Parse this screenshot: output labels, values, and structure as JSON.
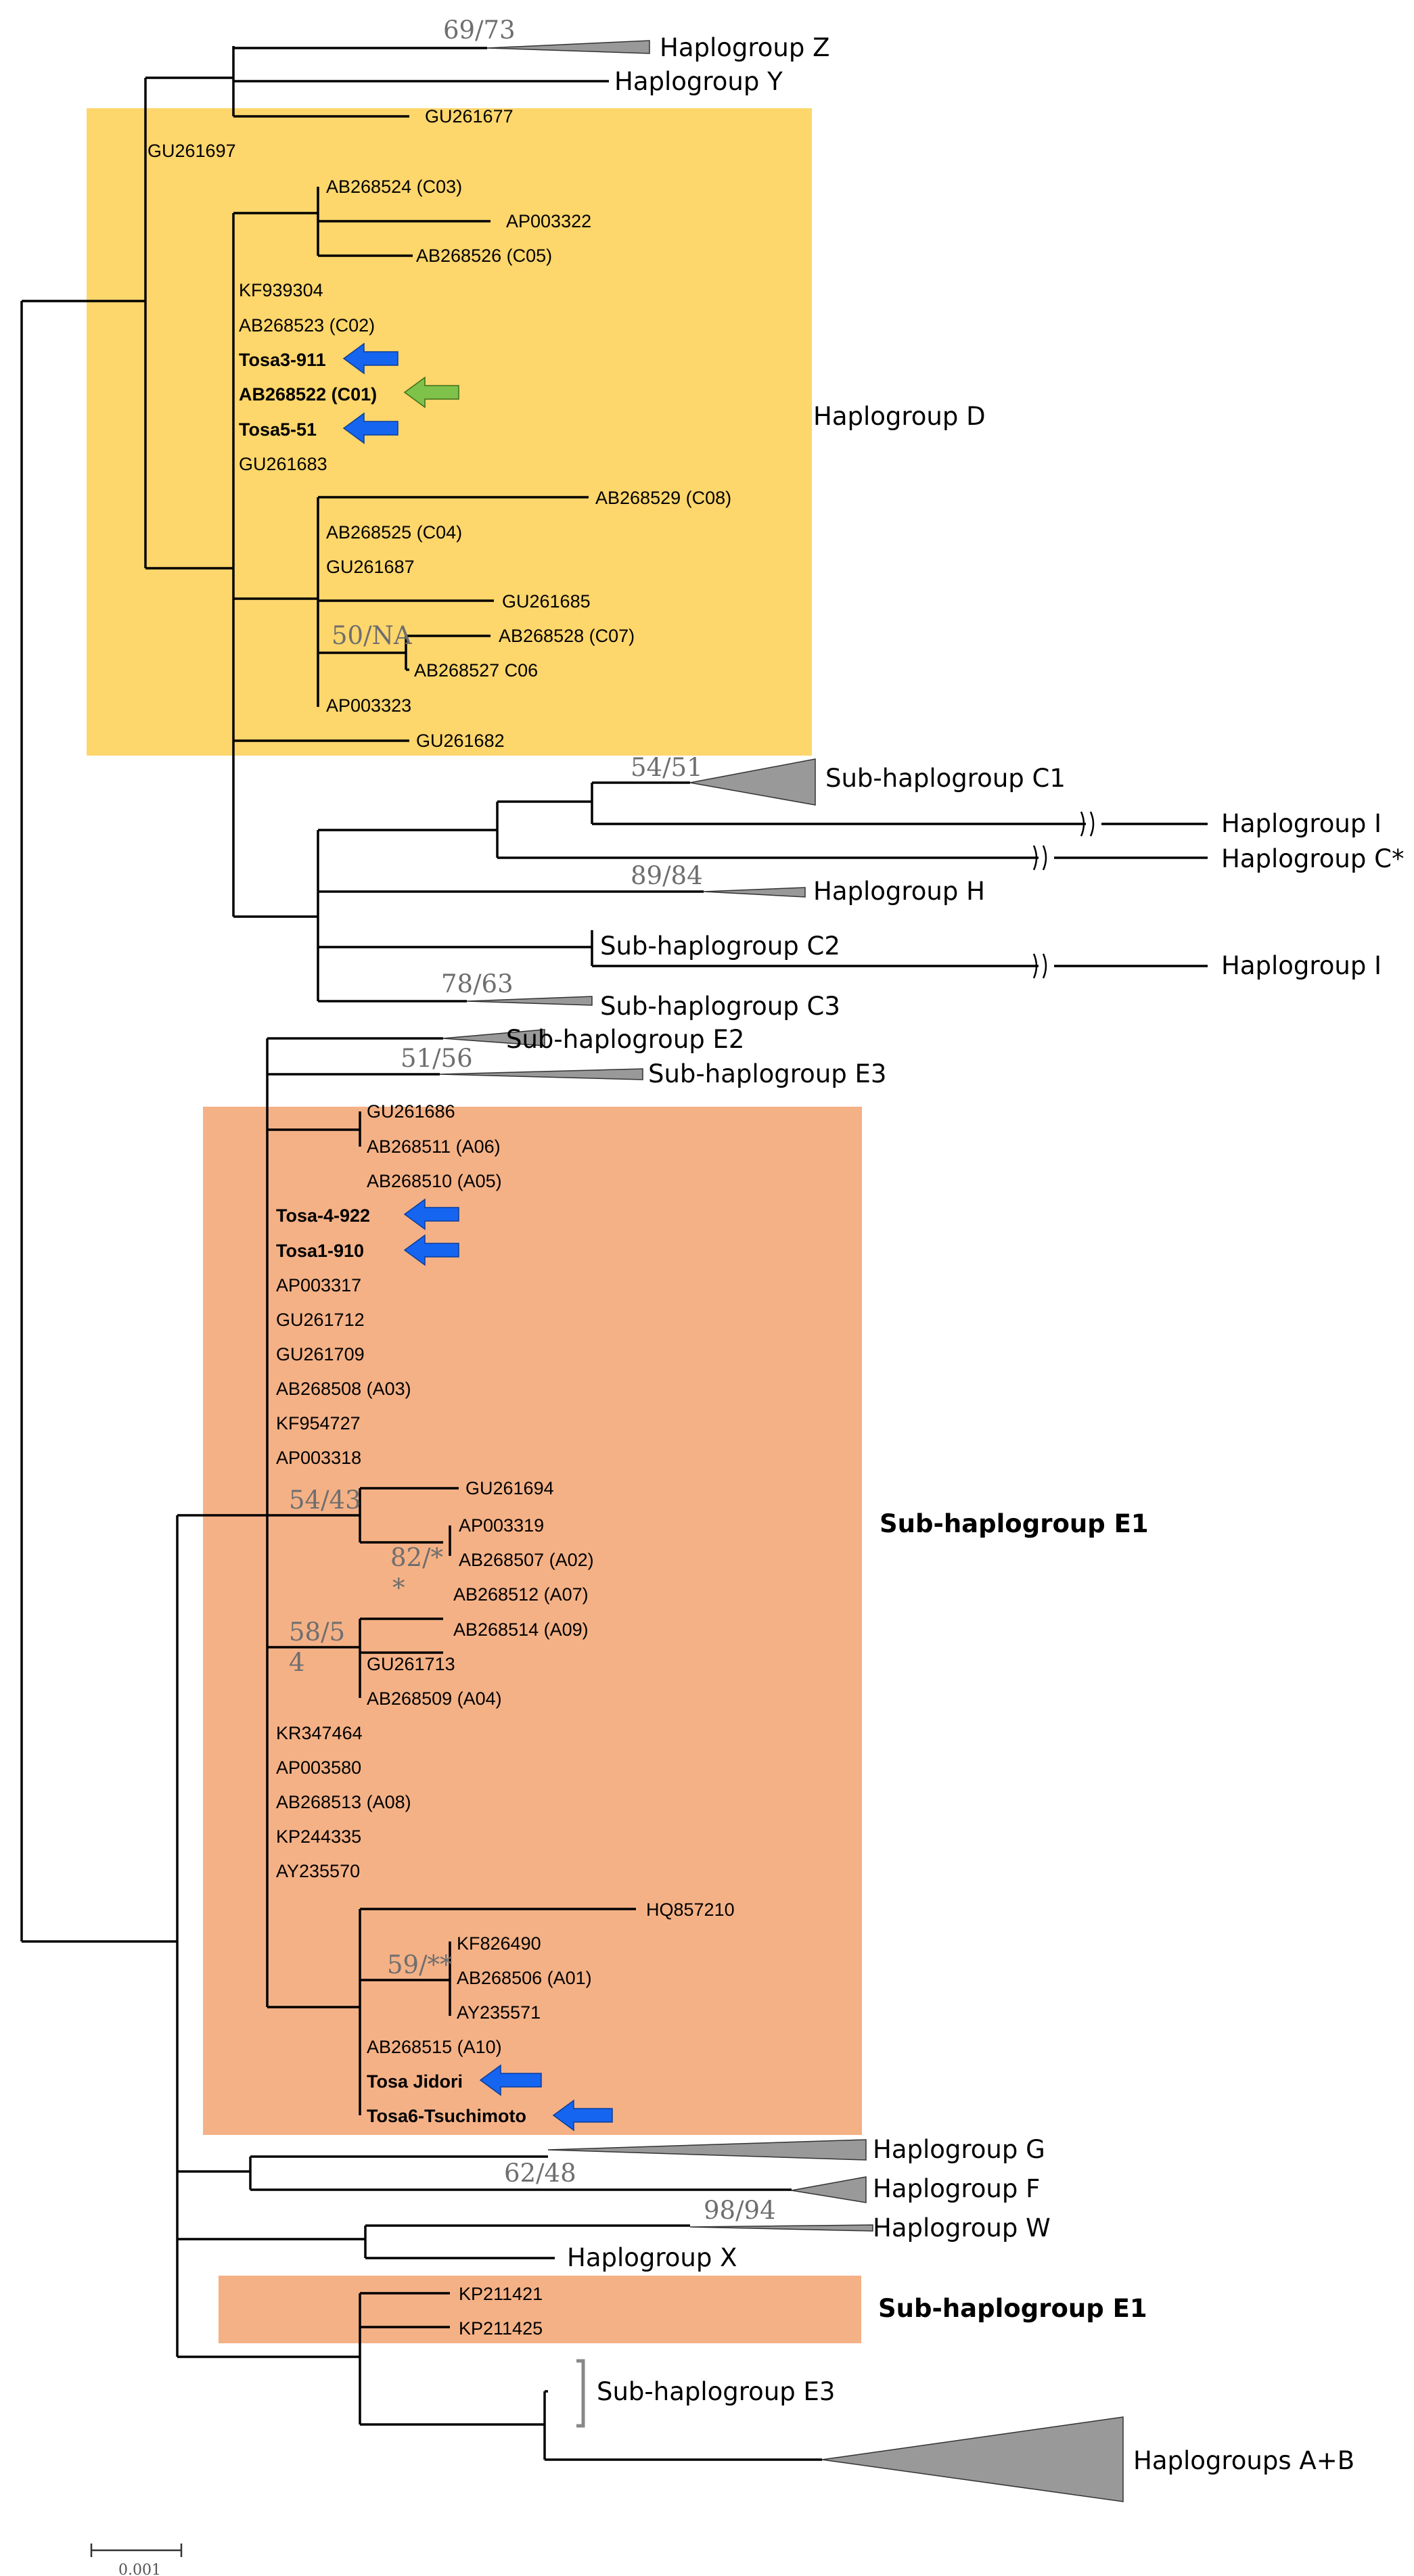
{
  "groups": {
    "hap_z": "Haplogroup Z",
    "hap_y": "Haplogroup Y",
    "hap_d": "Haplogroup D",
    "sub_c1": "Sub-haplogroup C1",
    "hap_i_1": "Haplogroup I",
    "hap_cstar": "Haplogroup C*",
    "hap_h": "Haplogroup H",
    "sub_c2": "Sub-haplogroup C2",
    "hap_i_2": "Haplogroup I",
    "sub_c3": "Sub-haplogroup C3",
    "sub_e2": "Sub-haplogroup E2",
    "sub_e3_top": "Sub-haplogroup E3",
    "sub_e1_main": "Sub-haplogroup E1",
    "hap_g": "Haplogroup G",
    "hap_f": "Haplogroup F",
    "hap_w": "Haplogroup W",
    "hap_x": "Haplogroup X",
    "sub_e1_low": "Sub-haplogroup E1",
    "sub_e3_low": "Sub-haplogroup E3",
    "hap_ab": "Haplogroups A+B"
  },
  "leaves": {
    "gu261677": "GU261677",
    "gu261697": "GU261697",
    "ab268524": "AB268524 (C03)",
    "ap003322": "AP003322",
    "ab268526": "AB268526 (C05)",
    "kf939304": "KF939304",
    "ab268523": "AB268523 (C02)",
    "tosa3": "Tosa3-911",
    "ab268522": "AB268522 (C01)",
    "tosa5": "Tosa5-51",
    "gu261683": "GU261683",
    "ab268529": "AB268529 (C08)",
    "ab268525": "AB268525 (C04)",
    "gu261687": "GU261687",
    "gu261685": "GU261685",
    "ab268528": "AB268528 (C07)",
    "ab268527": "AB268527 C06",
    "ap003323": "AP003323",
    "gu261682": "GU261682",
    "gu261686": "GU261686",
    "ab268511": "AB268511 (A06)",
    "ab268510": "AB268510 (A05)",
    "tosa4": "Tosa-4-922",
    "tosa1": "Tosa1-910",
    "ap003317": "AP003317",
    "gu261712": "GU261712",
    "gu261709": "GU261709",
    "ab268508": "AB268508 (A03)",
    "kf954727": "KF954727",
    "ap003318": "AP003318",
    "gu261694": "GU261694",
    "ap003319": "AP003319",
    "ab268507": "AB268507 (A02)",
    "ab268512": "AB268512 (A07)",
    "ab268514": "AB268514 (A09)",
    "gu261713": "GU261713",
    "ab268509": "AB268509 (A04)",
    "kr347464": "KR347464",
    "ap003580": "AP003580",
    "ab268513": "AB268513 (A08)",
    "kp244335": "KP244335",
    "ay235570": "AY235570",
    "hq857210": "HQ857210",
    "kf826490": "KF826490",
    "ab268506": "AB268506 (A01)",
    "ay235571": "AY235571",
    "ab268515": "AB268515 (A10)",
    "tosa_jidori": "Tosa Jidori",
    "tosa6": "Tosa6-Tsuchimoto",
    "kp211421": "KP211421",
    "kp211425": "KP211425"
  },
  "support": {
    "z": "69/73",
    "d_inner": "50/NA",
    "c1": "54/51",
    "h": "89/84",
    "c3": "78/63",
    "e3": "51/56",
    "e1_a": "54/43",
    "e1_b": "82/*",
    "e1_c_star": "*",
    "e1_d_1": "58/5",
    "e1_d_2": "4",
    "e1_e": "59/**",
    "g": "62/48",
    "w": "98/94"
  },
  "scale_label": "0.001",
  "colors": {
    "hap_d_box": "#fdd66c",
    "e1_box": "#f4b186",
    "blue_arrow": "#1565f0",
    "green_arrow": "#7ec24a",
    "collapsed_clade": "#999999"
  }
}
